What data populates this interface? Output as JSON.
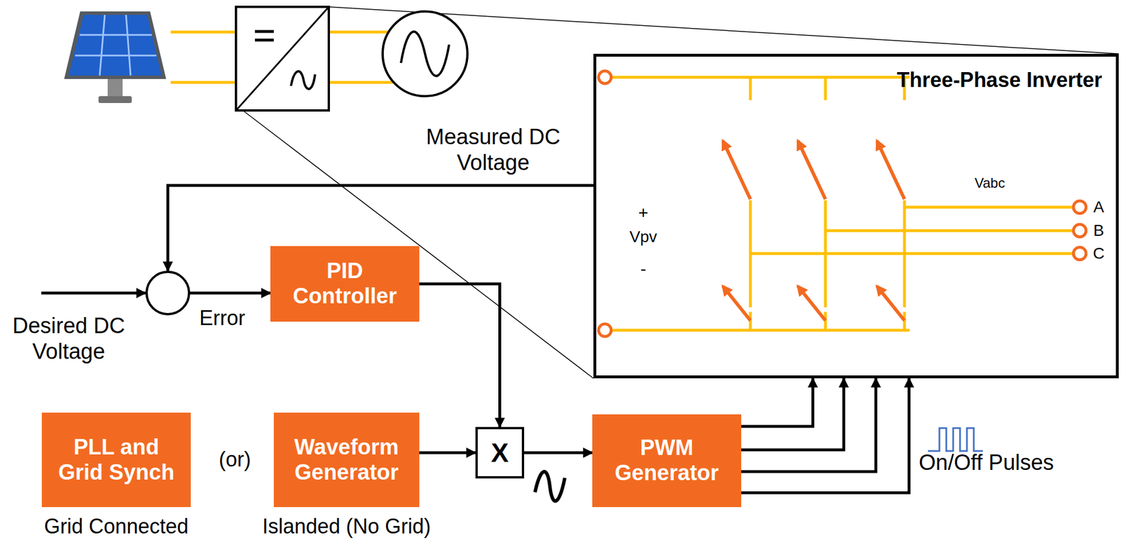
{
  "diagram": {
    "nodes": [
      {
        "text": [
          "Three-Phase Inverter"
        ]
      },
      {
        "text": [
          "PID Controller"
        ]
      },
      {
        "text": [
          "PLL and Grid Synch"
        ]
      },
      {
        "text": [
          "Waveform Generator"
        ]
      },
      {
        "text": [
          "X"
        ]
      },
      {
        "text": [
          "PWM Generator"
        ]
      }
    ],
    "edges": [
      {
        "from": 1,
        "to": 4,
        "arrow": "to"
      },
      {
        "from": 3,
        "to": 4,
        "arrow": "to"
      },
      {
        "from": 4,
        "to": 5,
        "arrow": "to"
      },
      {
        "from": 5,
        "to": 0,
        "arrow": "to"
      },
      {
        "from": 5,
        "to": 0,
        "arrow": "to"
      },
      {
        "from": 5,
        "to": 0,
        "arrow": "to"
      },
      {
        "from": 5,
        "to": 0,
        "arrow": "to"
      }
    ],
    "labels": [
      "Measured DC Voltage",
      "Desired DC Voltage",
      "Error",
      "(or)",
      "Grid Connected",
      "Islanded (No Grid)",
      "On/Off Pulses",
      "+",
      "Vpv",
      "-",
      "Vabc",
      "A",
      "B",
      "C"
    ]
  }
}
